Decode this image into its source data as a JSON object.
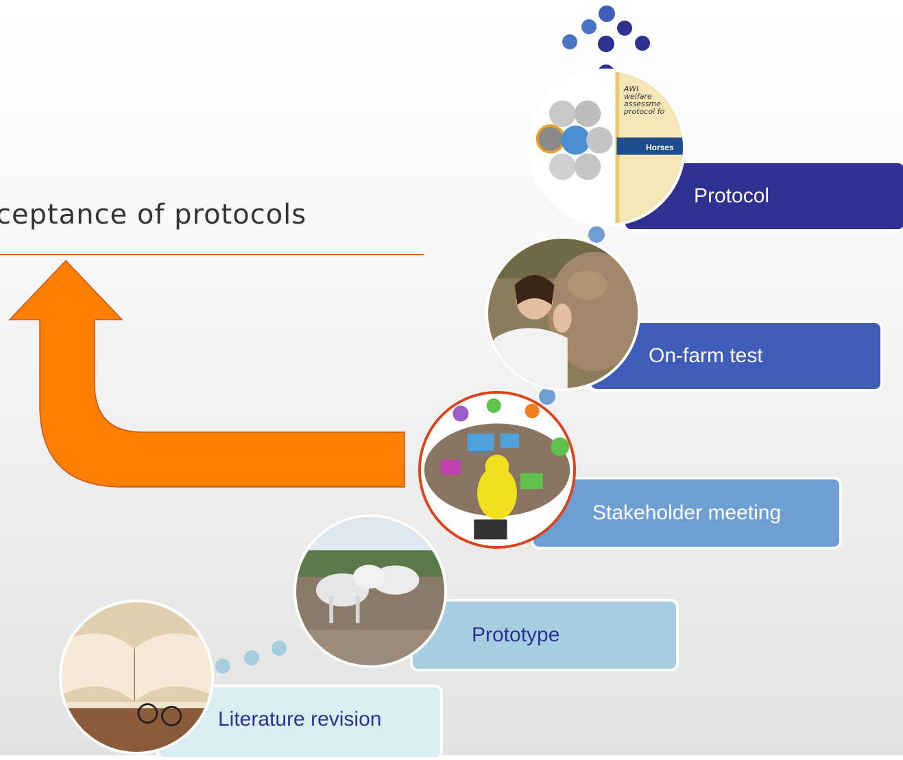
{
  "title": "ceptance of protocols",
  "steps": [
    {
      "label": "Literature revision",
      "fill": "#d9eef3",
      "text_color": "#2e3192"
    },
    {
      "label": "Prototype",
      "fill": "#a7cde0",
      "text_color": "#2e3192"
    },
    {
      "label": "Stakeholder meeting",
      "fill": "#6f9fd2",
      "text_color": "#ffffff"
    },
    {
      "label": "On-farm test",
      "fill": "#3e5db8",
      "text_color": "#ffffff"
    },
    {
      "label": "Protocol",
      "fill": "#2e3192",
      "text_color": "#ffffff"
    }
  ],
  "protocol_cover": {
    "line1": "AWI",
    "line2": "welfare",
    "line3": "assessme",
    "line4": "protocol fo",
    "label": "Horses"
  },
  "colors": {
    "arrow": "#fd7e00",
    "arrow_outline": "#c8551a",
    "highlight_ring": "#d9441c"
  }
}
